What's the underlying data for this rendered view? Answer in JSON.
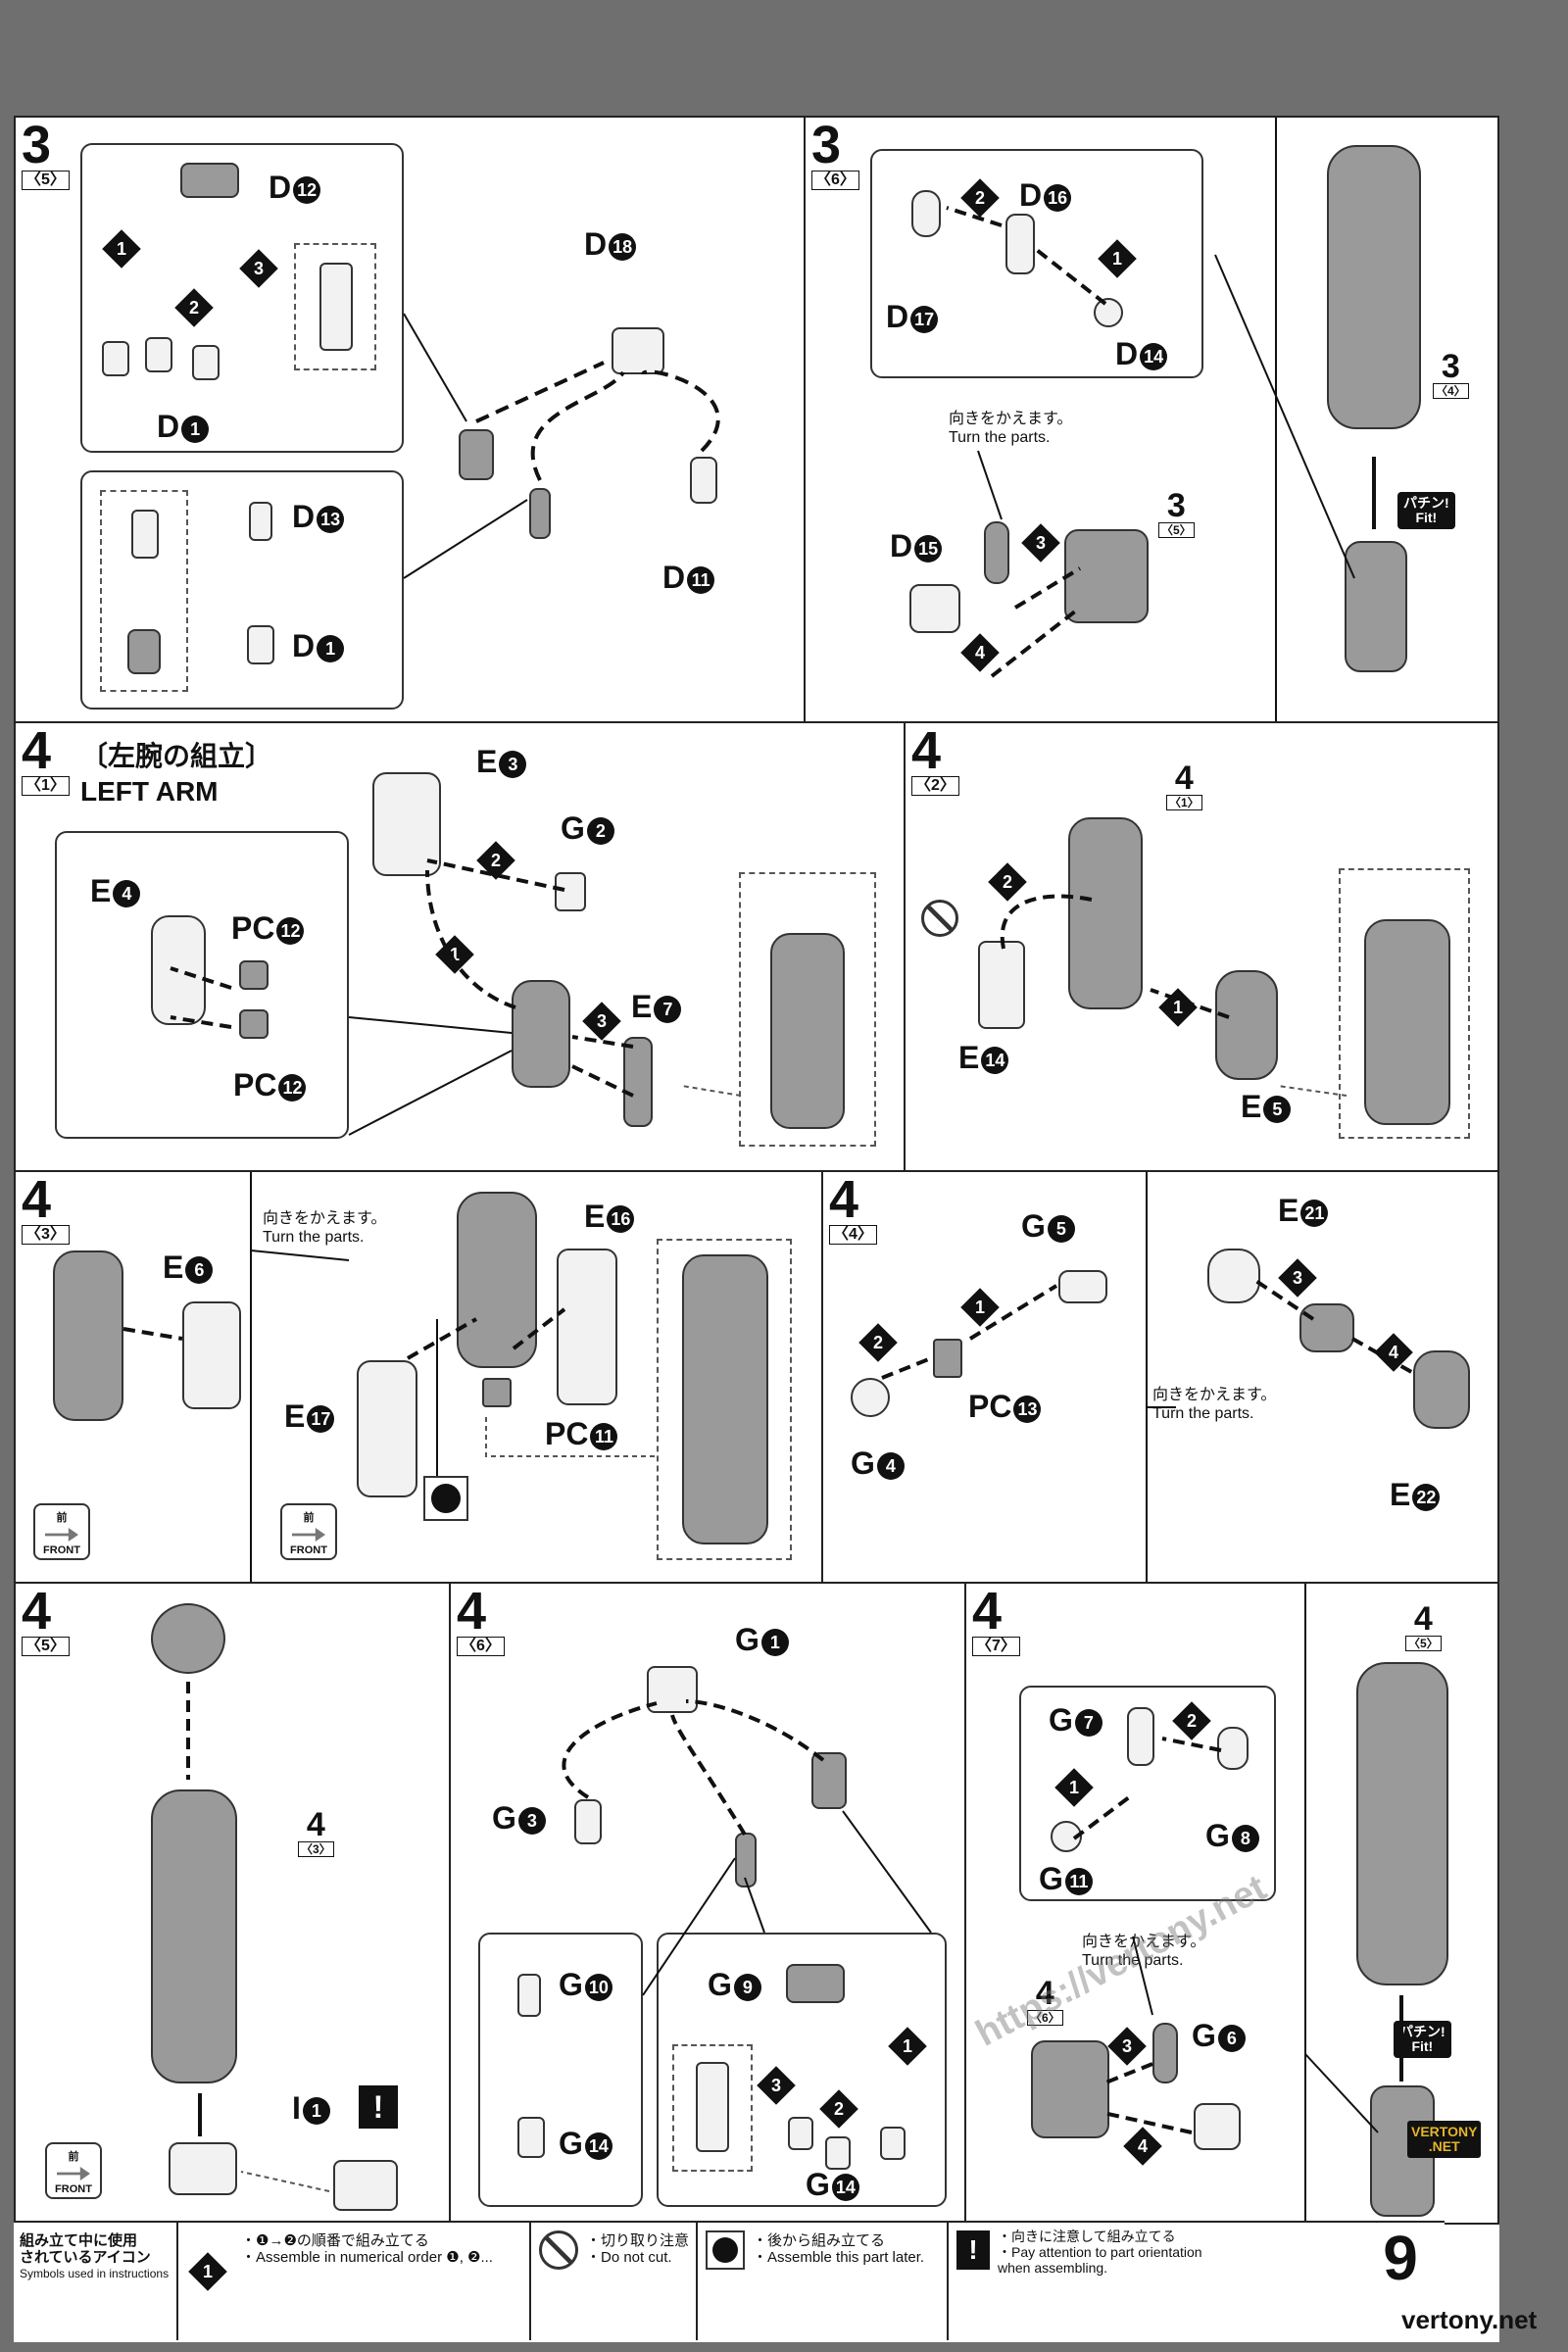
{
  "page_number": "9",
  "panels": {
    "p35": {
      "step": "3",
      "sub": "〈5〉"
    },
    "p36": {
      "step": "3",
      "sub": "〈6〉"
    },
    "p41": {
      "step": "4",
      "sub": "〈1〉",
      "title_jp": "〔左腕の組立〕",
      "title_en": "LEFT ARM"
    },
    "p42": {
      "step": "4",
      "sub": "〈2〉"
    },
    "p43": {
      "step": "4",
      "sub": "〈3〉"
    },
    "p44": {
      "step": "4",
      "sub": "〈4〉"
    },
    "p45": {
      "step": "4",
      "sub": "〈5〉"
    },
    "p46": {
      "step": "4",
      "sub": "〈6〉"
    },
    "p47": {
      "step": "4",
      "sub": "〈7〉"
    }
  },
  "labels": {
    "D12": "D",
    "D1": "D",
    "D18": "D",
    "D13": "D",
    "D11": "D",
    "D16": "D",
    "D17": "D",
    "D14": "D",
    "D15": "D",
    "E3": "E",
    "G2": "G",
    "E4": "E",
    "PC12": "PC",
    "E7": "E",
    "E14": "E",
    "E5": "E",
    "E6": "E",
    "E16": "E",
    "E17": "E",
    "PC11": "PC",
    "G5": "G",
    "E21": "E",
    "PC13": "PC",
    "G4": "G",
    "E22": "E",
    "I1": "I",
    "G1": "G",
    "G3": "G",
    "G10": "G",
    "G9": "G",
    "G14": "G",
    "G7": "G",
    "G8": "G",
    "G11": "G",
    "G6": "G"
  },
  "nums": {
    "n1": "1",
    "n2": "2",
    "n3": "3",
    "n4": "4",
    "n5": "5",
    "n6": "6",
    "n7": "7",
    "n8": "8",
    "n9": "9",
    "n10": "10",
    "n11": "11",
    "n12": "12",
    "n13": "13",
    "n14": "14",
    "n15": "15",
    "n16": "16",
    "n17": "17",
    "n18": "18",
    "n21": "21",
    "n22": "22"
  },
  "refs": {
    "r34": {
      "big": "3",
      "sm": "〈4〉"
    },
    "r35": {
      "big": "3",
      "sm": "〈5〉"
    },
    "r41": {
      "big": "4",
      "sm": "〈1〉"
    },
    "r43": {
      "big": "4",
      "sm": "〈3〉"
    },
    "r45": {
      "big": "4",
      "sm": "〈5〉"
    },
    "r46": {
      "big": "4",
      "sm": "〈6〉"
    }
  },
  "turn_note": {
    "jp": "向きをかえます。",
    "en": "Turn the parts."
  },
  "fit": {
    "jp": "パチン!",
    "en": "Fit!"
  },
  "front": {
    "jp": "前",
    "en": "FRONT"
  },
  "legend": {
    "intro_jp1": "組み立て中に使用",
    "intro_jp2": "されているアイコン",
    "intro_en": "Symbols used in instructions",
    "order_jp": "・❶→❷の順番で組み立てる",
    "order_en": "・Assemble in numerical order ❶, ❷...",
    "cut_jp": "・切り取り注意",
    "cut_en": "・Do not cut.",
    "later_jp": "・後から組み立てる",
    "later_en": "・Assemble this part later.",
    "orient_jp": "・向きに注意して組み立てる",
    "orient_en1": "・Pay attention to part orientation",
    "orient_en2": "when assembling."
  },
  "watermark": {
    "url": "https://vertony.net",
    "site": "vertony.net",
    "logo1": "VERTONY",
    "logo2": ".NET"
  }
}
